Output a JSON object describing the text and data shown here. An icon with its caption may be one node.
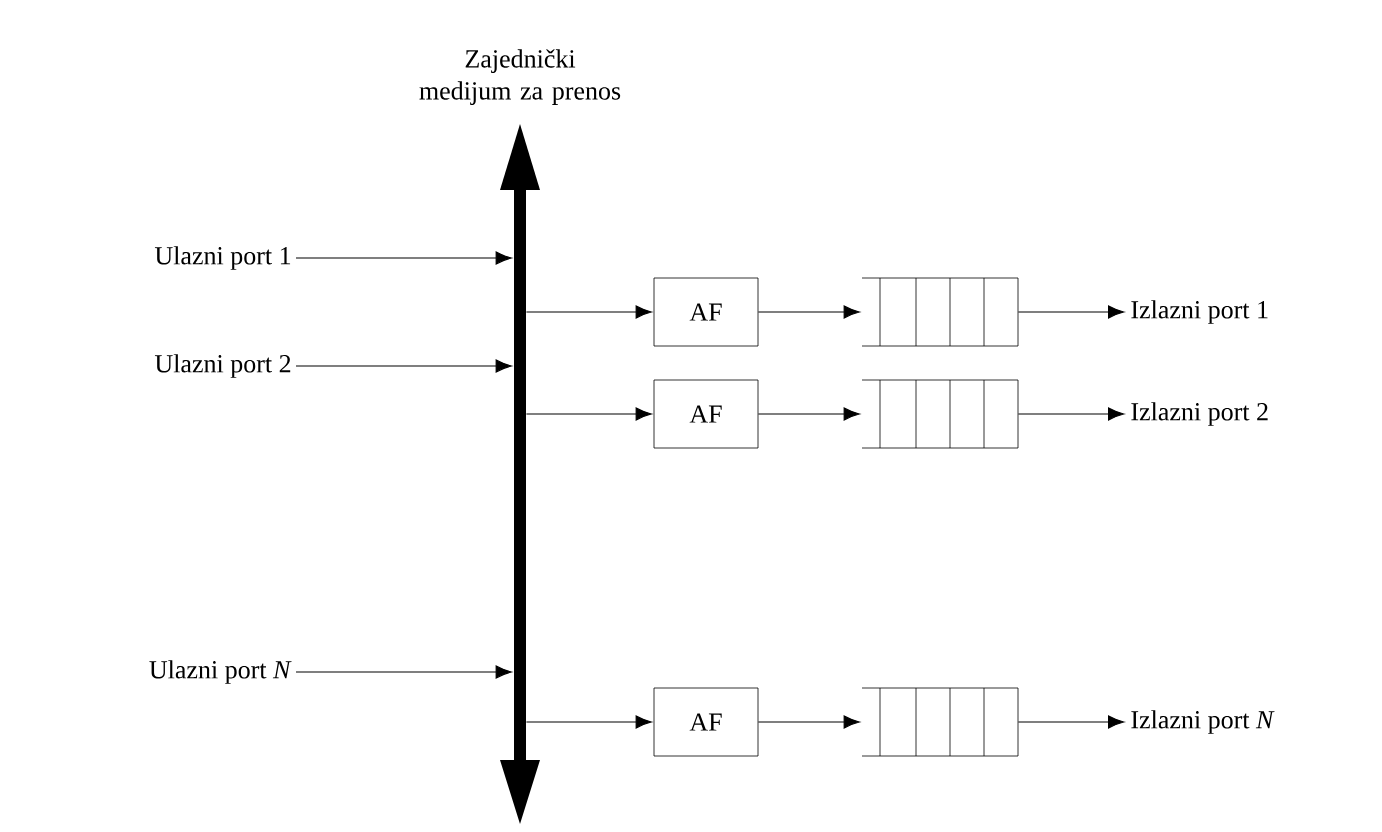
{
  "diagram": {
    "nodes": [
      {
        "text": [],
        "shape": "bar",
        "beside": [
          "Zajednički medijum za prenos"
        ]
      },
      {
        "text": [
          "Ulazni port 1"
        ]
      },
      {
        "text": [
          "Ulazni port 2"
        ]
      },
      {
        "text": [
          "Ulazni port *N*"
        ]
      },
      {
        "text": [
          "AF"
        ]
      },
      {
        "text": [
          "AF"
        ]
      },
      {
        "text": [
          "AF"
        ]
      },
      {
        "text": [],
        "shape": "box"
      },
      {
        "text": [],
        "shape": "box"
      },
      {
        "text": [],
        "shape": "box"
      },
      {
        "text": [
          "Izlazni port 1"
        ]
      },
      {
        "text": [
          "Izlazni port 2"
        ]
      },
      {
        "text": [
          "Izlazni port *N*"
        ]
      }
    ],
    "edges": [
      {
        "from": 1,
        "to": 0,
        "arrow": "to"
      },
      {
        "from": 2,
        "to": 0,
        "arrow": "to"
      },
      {
        "from": 3,
        "to": 0,
        "arrow": "to"
      },
      {
        "from": 0,
        "to": 4,
        "arrow": "to"
      },
      {
        "from": 0,
        "to": 5,
        "arrow": "to"
      },
      {
        "from": 0,
        "to": 6,
        "arrow": "to"
      },
      {
        "from": 4,
        "to": 7,
        "arrow": "to"
      },
      {
        "from": 5,
        "to": 8,
        "arrow": "to"
      },
      {
        "from": 6,
        "to": 9,
        "arrow": "to"
      },
      {
        "from": 7,
        "to": 10,
        "arrow": "to"
      },
      {
        "from": 8,
        "to": 11,
        "arrow": "to"
      },
      {
        "from": 9,
        "to": 12,
        "arrow": "to"
      }
    ]
  }
}
